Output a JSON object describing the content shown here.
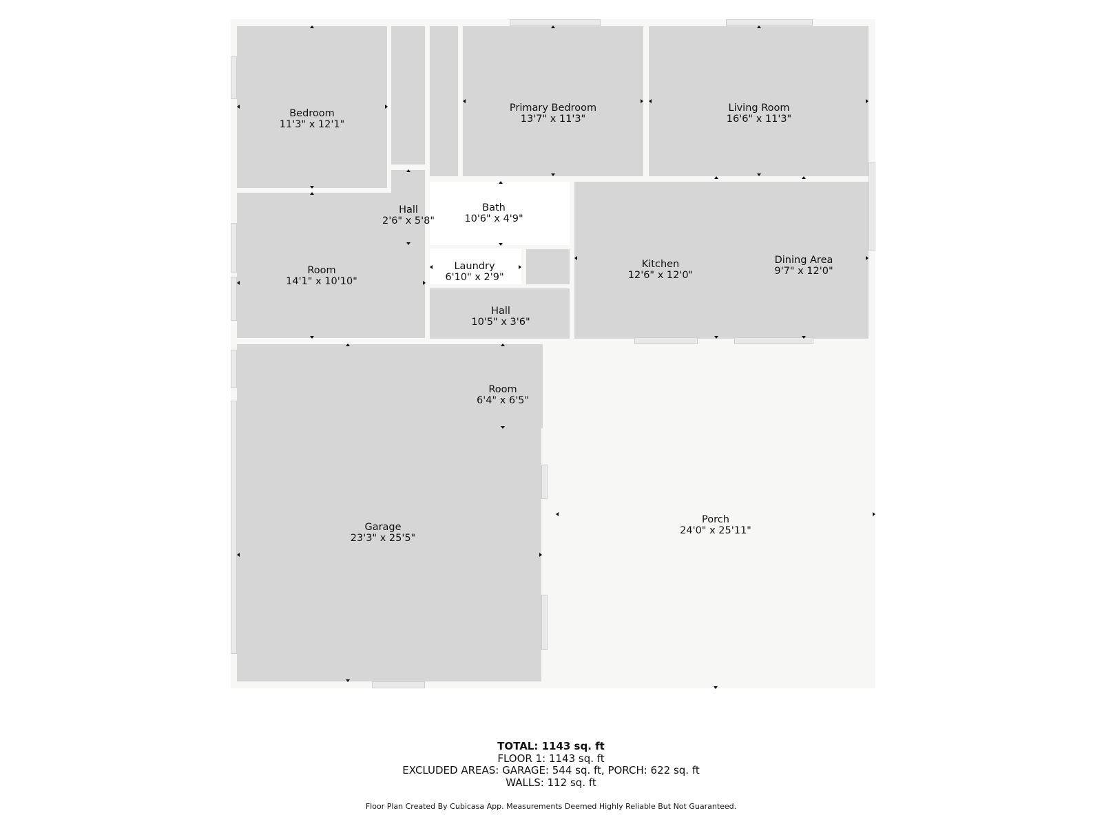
{
  "rooms": {
    "bedroom": {
      "name": "Bedroom",
      "dims": "11'3\" x 12'1\""
    },
    "primary_bedroom": {
      "name": "Primary Bedroom",
      "dims": "13'7\" x 11'3\""
    },
    "living_room": {
      "name": "Living Room",
      "dims": "16'6\" x 11'3\""
    },
    "hall_small": {
      "name": "Hall",
      "dims": "2'6\" x 5'8\""
    },
    "bath": {
      "name": "Bath",
      "dims": "10'6\" x 4'9\""
    },
    "room_west": {
      "name": "Room",
      "dims": "14'1\" x 10'10\""
    },
    "laundry": {
      "name": "Laundry",
      "dims": "6'10\" x 2'9\""
    },
    "kitchen": {
      "name": "Kitchen",
      "dims": "12'6\" x 12'0\""
    },
    "dining_area": {
      "name": "Dining Area",
      "dims": "9'7\" x 12'0\""
    },
    "hall_main": {
      "name": "Hall",
      "dims": "10'5\" x 3'6\""
    },
    "room_small": {
      "name": "Room",
      "dims": "6'4\" x 6'5\""
    },
    "garage": {
      "name": "Garage",
      "dims": "23'3\" x 25'5\""
    },
    "porch": {
      "name": "Porch",
      "dims": "24'0\" x 25'11\""
    }
  },
  "summary": {
    "total": "TOTAL: 1143 sq. ft",
    "floor": "FLOOR 1: 1143 sq. ft",
    "excluded": "EXCLUDED AREAS: GARAGE: 544 sq. ft, PORCH: 622 sq. ft",
    "walls": "WALLS: 112 sq. ft"
  },
  "disclaimer": "Floor Plan Created By Cubicasa App. Measurements Deemed Highly Reliable But Not Guaranteed.",
  "colors": {
    "room_fill": "#d7d6d7",
    "open_fill": "#ffffff",
    "porch_fill": "#f7f7f6",
    "text": "#111111"
  }
}
